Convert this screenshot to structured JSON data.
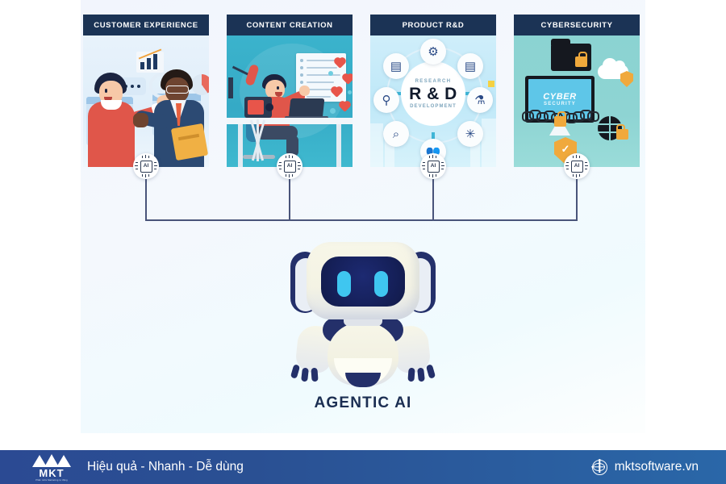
{
  "board": {
    "background_color": "#f2f5fd"
  },
  "panels": [
    {
      "title": "CUSTOMER EXPERIENCE",
      "badge_label": "AI",
      "art": "two-people-handshake-customer-service"
    },
    {
      "title": "CONTENT CREATION",
      "badge_label": "AI",
      "art": "creator-at-desk-with-camera-mic-laptop"
    },
    {
      "title": "PRODUCT R&D",
      "badge_label": "AI",
      "art": "rnd-circular-infographic",
      "center": {
        "top_text": "RESEARCH",
        "main_text": "R & D",
        "bottom_text": "DEVELOPMENT"
      },
      "nodes": [
        "documents-icon",
        "gears-icon",
        "books-icon",
        "flask-icon",
        "atom-icon",
        "team-icon",
        "magnifier-icon",
        "microscope-icon"
      ]
    },
    {
      "title": "CYBERSECURITY",
      "badge_label": "AI",
      "art": "monitor-with-chain-and-locks",
      "monitor": {
        "line1": "CYBER",
        "line2": "SECURITY"
      },
      "icons": [
        "locked-folder-icon",
        "cloud-shield-icon",
        "globe-lock-icon",
        "check-shield-icon",
        "padlock-icon"
      ]
    }
  ],
  "robot": {
    "label": "AGENTIC AI",
    "accent_color": "#24306a",
    "eye_color": "#3fc6f0"
  },
  "connector": {
    "color": "#49547a"
  },
  "footer": {
    "logo_text": "MKT",
    "logo_tagline": "Phần mềm Marketing tự động",
    "slogan": "Hiệu quả - Nhanh - Dễ dùng",
    "website": "mktsoftware.vn",
    "background_color": "#2b4a93"
  }
}
